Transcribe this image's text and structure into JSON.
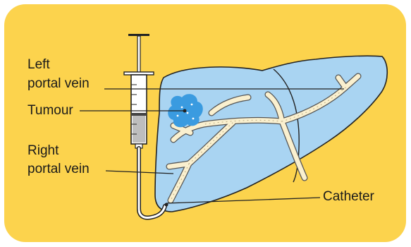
{
  "labels": {
    "left_portal_vein_line1": "Left",
    "left_portal_vein_line2": "portal vein",
    "tumour": "Tumour",
    "right_portal_vein_line1": "Right",
    "right_portal_vein_line2": "portal vein",
    "catheter": "Catheter"
  },
  "colors": {
    "background_panel": "#FCD34D",
    "liver_fill": "#A9D4F2",
    "liver_outline": "#222222",
    "vessels": "#FAF0CF",
    "tumour": "#3A9BE0",
    "syringe_fluid": "#BDBDBD"
  }
}
